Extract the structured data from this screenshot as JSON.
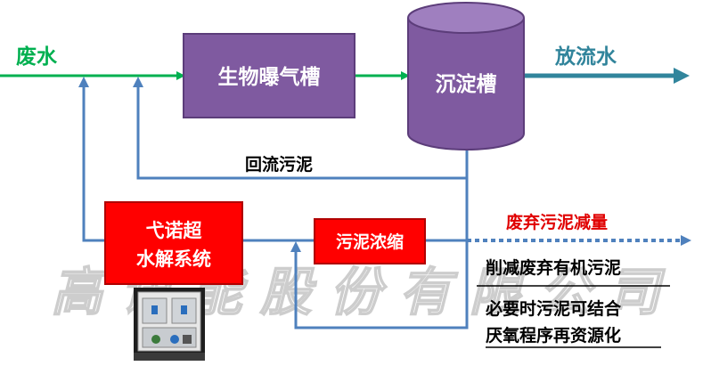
{
  "labels": {
    "input": "废水",
    "aeration_tank": "生物曝气槽",
    "settling_tank": "沉淀槽",
    "output": "放流水",
    "return_sludge": "回流污泥",
    "hydrolysis_line1": "弋诺超",
    "hydrolysis_line2": "水解系统",
    "sludge_thickening": "污泥浓缩",
    "waste_reduction": "废弃污泥减量",
    "note1": "削减废弃有机污泥",
    "note2": "必要时污泥可结合",
    "note3": "厌氧程序再资源化",
    "watermark": "高 讯 能 股 份 有 限 公 司"
  },
  "colors": {
    "green_flow": "#00b050",
    "blue_flow": "#4f81bd",
    "purple_box": "#7f5aa0",
    "purple_border": "#5c3d7a",
    "red_box": "#ff0000",
    "red_text": "#e00000",
    "teal_text": "#31849b",
    "teal_arrow": "#31859c",
    "watermark": "#c8c8c8"
  },
  "icons": {
    "equipment": "equipment-cabinet-icon"
  }
}
